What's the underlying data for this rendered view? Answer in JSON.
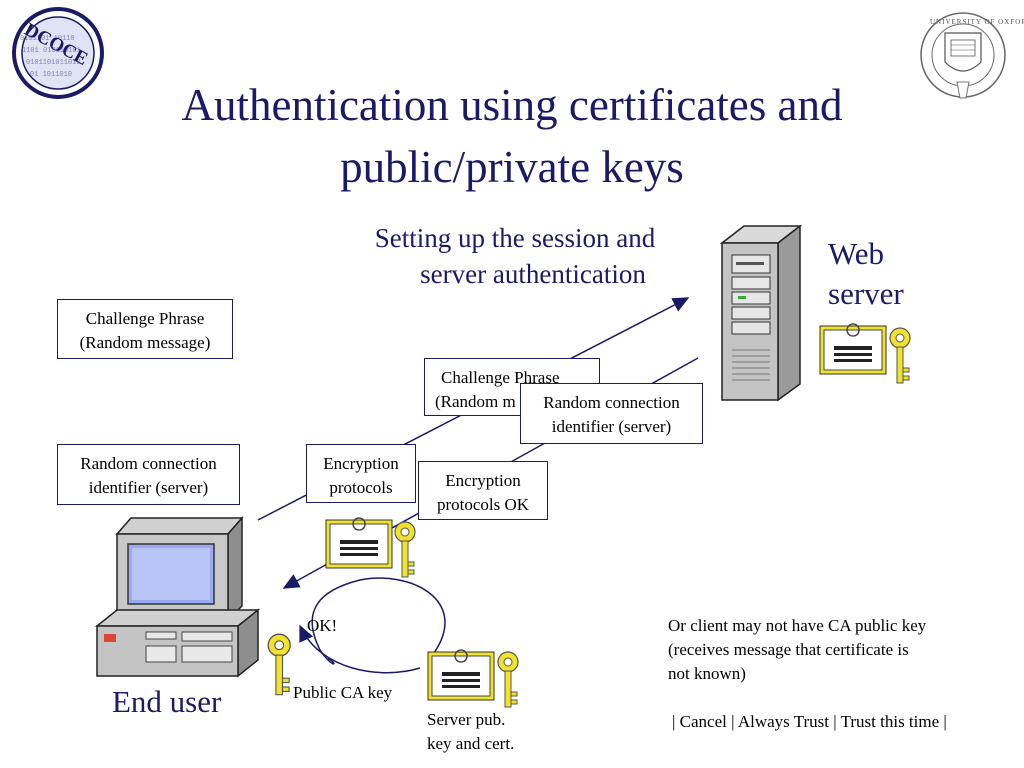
{
  "slide": {
    "title_line1": "Authentication using certificates and",
    "title_line2": "public/private keys",
    "subtitle_line1": "Setting up the session and",
    "subtitle_line2": "server authentication",
    "logo_left_text": "DCOCE",
    "logo_right_text": "UNIVERSITY OF OXFORD",
    "web_server_label_1": "Web",
    "web_server_label_2": "server",
    "end_user_label": "End user"
  },
  "boxes": {
    "challenge_left_1": "Challenge Phrase",
    "challenge_left_2": "(Random message)",
    "random_left_1": "Random connection",
    "random_left_2": "identifier (server)",
    "encryption_1": "Encryption",
    "encryption_2": "protocols",
    "challenge_mid_1": "Challenge Phrase",
    "challenge_mid_2": "(Random m",
    "random_right_1": "Random connection",
    "random_right_2": "identifier (server)",
    "encryption_ok_1": "Encryption",
    "encryption_ok_2": "protocols OK"
  },
  "labels": {
    "ok": "OK!",
    "public_ca_key": "Public CA key",
    "server_pub_1": "Server pub.",
    "server_pub_2": "key and cert.",
    "note_1": "Or client may not have CA public key",
    "note_2": "(receives message that certificate is",
    "note_3": "not known)",
    "note_options": "| Cancel | Always Trust | Trust this time |"
  },
  "colors": {
    "title": "#1a1a66",
    "arrow": "#1a1a66",
    "certificate_border": "#e6d200",
    "key": "#e6d200",
    "screen": "#9aaaf0"
  }
}
